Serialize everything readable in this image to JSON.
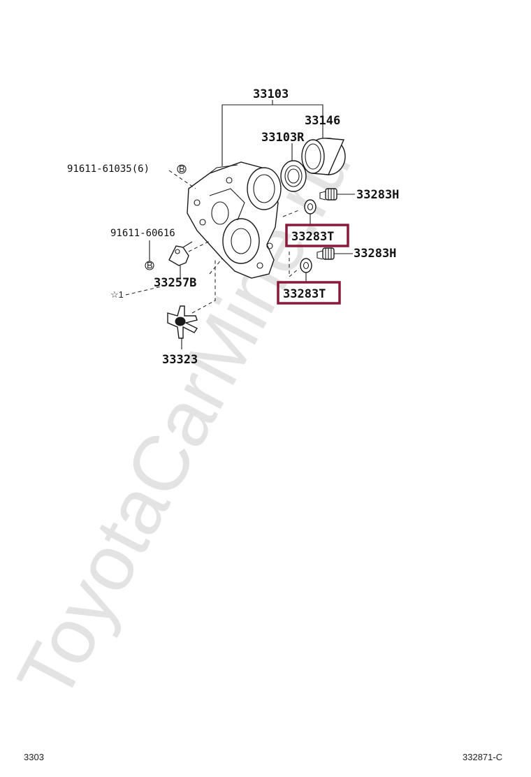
{
  "watermark": "ToyotaCarMine.ru",
  "labels": {
    "part_33103": "33103",
    "part_33146": "33146",
    "part_33103r": "33103R",
    "part_91611_61035": "91611-61035(6)",
    "bolt_marker_1": "B",
    "part_33283h_top": "33283H",
    "part_33283t_top": "33283T",
    "part_91611_60616": "91611-60616",
    "part_33283h_bottom": "33283H",
    "bolt_marker_2": "B",
    "part_33257b": "33257B",
    "ref_star": "☆1",
    "part_33283t_bottom": "33283T",
    "part_33323": "33323"
  },
  "highlight_color": "#8b1a3a",
  "highlighted_parts": [
    "33283T",
    "33283T"
  ],
  "footer": {
    "page_code": "3303",
    "illustration_code": "332871-C"
  }
}
